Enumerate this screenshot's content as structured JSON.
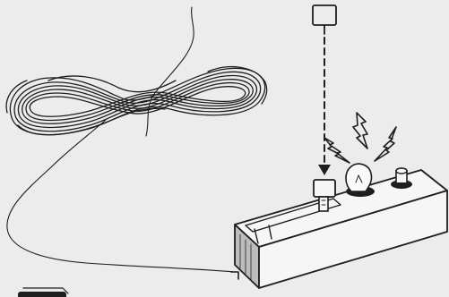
{
  "figure": {
    "background": "#ececec",
    "ink": "#1e1e1e",
    "device_fill": "#f6f6f6",
    "device_shadow": "#bdbdbd",
    "bulb_fill": "#fafafa"
  },
  "parts": [
    {
      "name": "coiled-cord",
      "icon": "coiled-wire-icon"
    },
    {
      "name": "tester-body",
      "icon": "tester-box-icon"
    },
    {
      "name": "test-key",
      "icon": "key-icon"
    },
    {
      "name": "indicator-bulb",
      "icon": "light-bulb-icon"
    },
    {
      "name": "knob",
      "icon": "knob-icon"
    },
    {
      "name": "spark-marks",
      "icon": "lightning-icon"
    },
    {
      "name": "insert-arrow",
      "icon": "dashed-arrow-down-icon"
    }
  ]
}
